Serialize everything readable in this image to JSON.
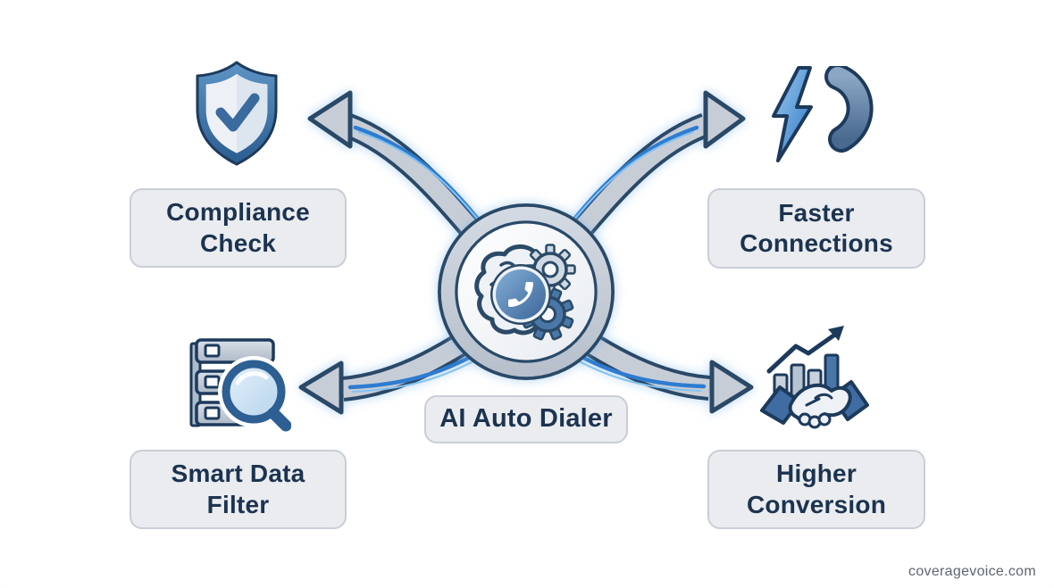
{
  "title": "AI Auto Dialer benefits diagram",
  "center": {
    "label": "AI Auto Dialer",
    "icon": "brain-gears-phone-icon"
  },
  "nodes": [
    {
      "label": "Compliance Check",
      "icon": "shield-check-icon",
      "position": "top-left"
    },
    {
      "label": "Faster Connections",
      "icon": "lightning-phone-icon",
      "position": "top-right"
    },
    {
      "label": "Smart Data Filter",
      "icon": "database-search-icon",
      "position": "bottom-left"
    },
    {
      "label": "Higher Conversion",
      "icon": "handshake-growth-icon",
      "position": "bottom-right"
    }
  ],
  "watermark": "coveragevoice.com",
  "colors": {
    "label_text": "#1c3350",
    "box_fill": "#eaecef",
    "box_border": "#c9ced7",
    "arrow_fill": "#c7cdd7",
    "arrow_outline": "#2b4a68",
    "accent_blue": "#2f7bd0",
    "accent_blue_light": "#85c2f0"
  }
}
